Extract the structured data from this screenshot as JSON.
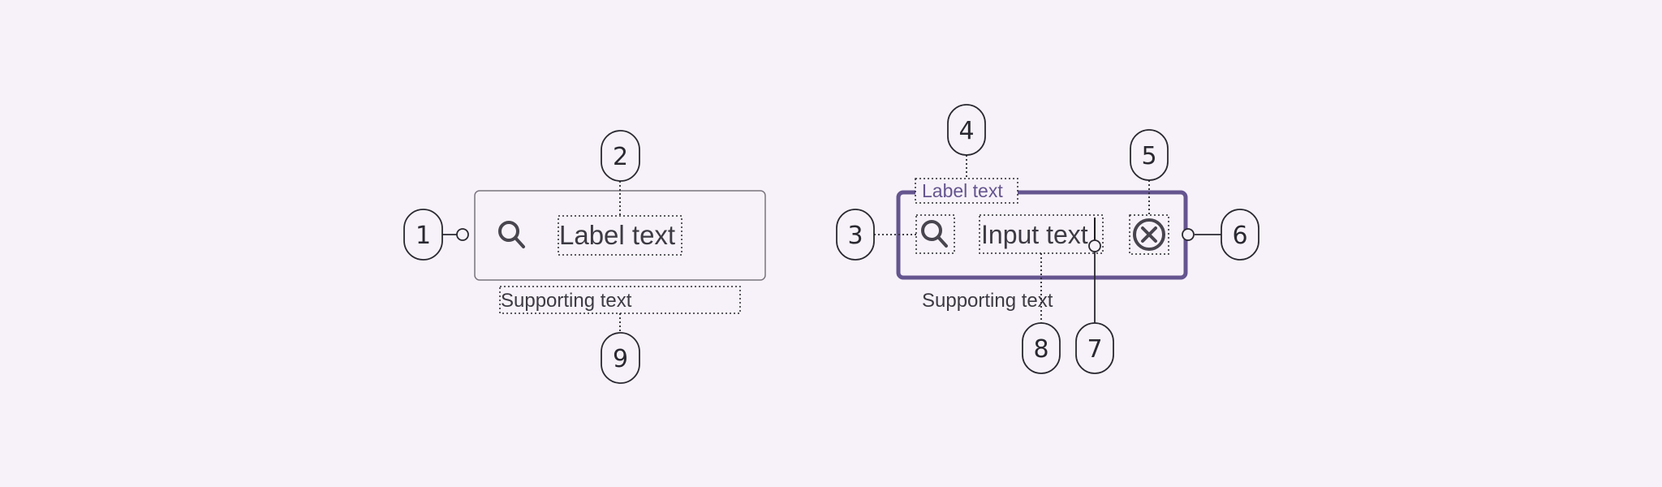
{
  "outlined_field": {
    "label": "Label text",
    "supporting": "Supporting text",
    "leading_icon": "search-icon"
  },
  "focused_field": {
    "label": "Label text",
    "input": "Input text",
    "supporting": "Supporting text",
    "leading_icon": "search-icon",
    "trailing_icon": "clear-circle-x-icon"
  },
  "callouts": [
    "1",
    "2",
    "3",
    "4",
    "5",
    "6",
    "7",
    "8",
    "9"
  ],
  "colors": {
    "background": "#f7f2f9",
    "outline": "#79747e",
    "focus_outline": "#65558f",
    "text": "#3d3a43",
    "callout_stroke": "#2a2830"
  }
}
